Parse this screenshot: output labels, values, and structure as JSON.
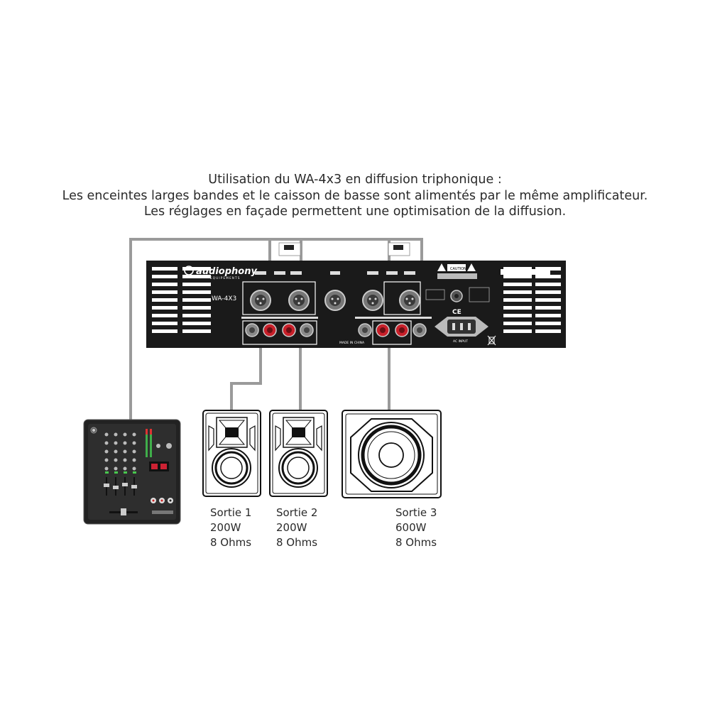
{
  "caption": {
    "line1": "Utilisation du WA-4x3 en diffusion triphonique :",
    "line2": "Les enceintes larges bandes et le caisson de basse sont alimentés par le même amplificateur.",
    "line3": "Les réglages en façade permettent une optimisation de la diffusion."
  },
  "amplifier": {
    "brand": "audiophony",
    "brand_sub": "E Q U I P E M E N T S",
    "model": "WA-4X3",
    "caution": "CAUTION",
    "ce_mark": "CE",
    "made_in": "MADE IN CHINA",
    "ac_input": "AC INPUT"
  },
  "colors": {
    "panel": "#1a1a1a",
    "cable": "#9a9a9a",
    "terminal_red": "#c8202a",
    "terminal_grey": "#8a8a8a"
  },
  "outputs": [
    {
      "name": "Sortie 1",
      "power": "200W",
      "impedance": "8 Ohms"
    },
    {
      "name": "Sortie 2",
      "power": "200W",
      "impedance": "8 Ohms"
    },
    {
      "name": "Sortie 3",
      "power": "600W",
      "impedance": "8 Ohms"
    }
  ]
}
